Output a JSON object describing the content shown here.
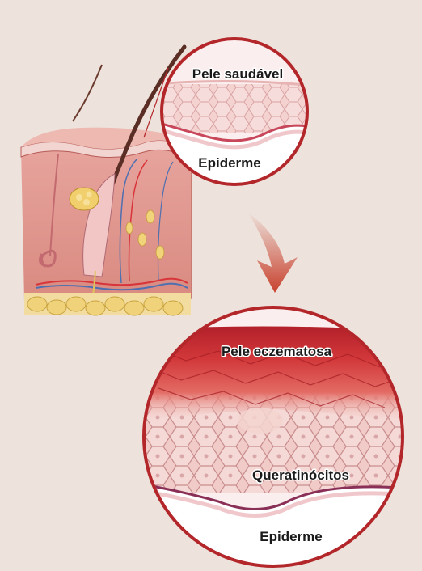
{
  "labels": {
    "healthy_skin": "Pele saudável",
    "healthy_epidermis": "Epiderme",
    "eczema_skin": "Pele eczematosa",
    "keratinocytes": "Queratinócitos",
    "eczema_epidermis": "Epiderme"
  },
  "colors": {
    "background": "#ede3dc",
    "circle_border": "#b3262a",
    "arrow": "#c8412e",
    "skin_pink": "#f1c8c2",
    "inflamed_red": "#c8282c",
    "fat_yellow": "#f0d27a"
  }
}
